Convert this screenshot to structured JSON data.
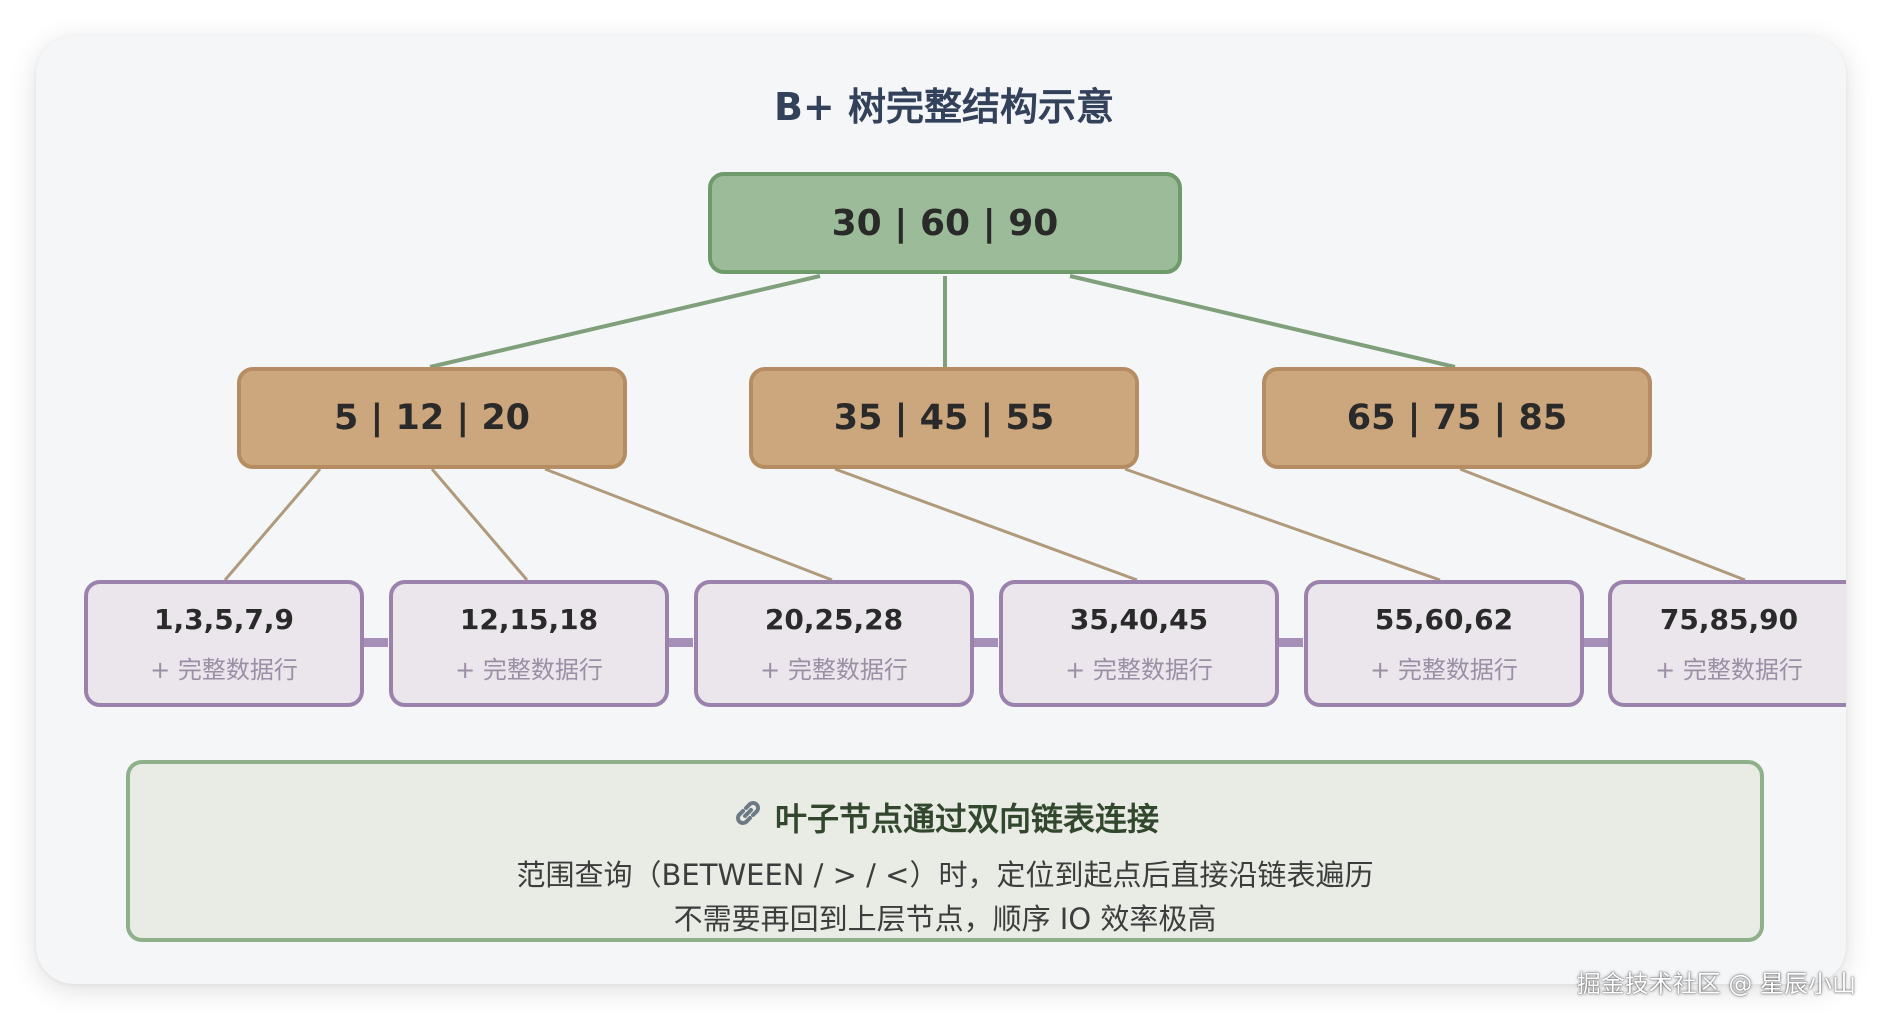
{
  "title": "B+ 树完整结构示意",
  "root": {
    "keys": "30 | 60 | 90"
  },
  "internal_nodes": [
    {
      "keys": "5 | 12 | 20"
    },
    {
      "keys": "35 | 45 | 55"
    },
    {
      "keys": "65 | 75 | 85"
    }
  ],
  "leaf_nodes": [
    {
      "keys": "1,3,5,7,9",
      "extra": "+ 完整数据行"
    },
    {
      "keys": "12,15,18",
      "extra": "+ 完整数据行"
    },
    {
      "keys": "20,25,28",
      "extra": "+ 完整数据行"
    },
    {
      "keys": "35,40,45",
      "extra": "+ 完整数据行"
    },
    {
      "keys": "55,60,62",
      "extra": "+ 完整数据行"
    },
    {
      "keys": "75,85,90",
      "extra": "+ 完整数据行"
    }
  ],
  "note": {
    "icon": "link-icon",
    "title": "叶子节点通过双向链表连接",
    "line1": "范围查询（BETWEEN / > / <）时，定位到起点后直接沿链表遍历",
    "line2": "不需要再回到上层节点，顺序 IO 效率极高"
  },
  "watermark": "掘金技术社区 @ 星辰小山",
  "colors": {
    "root_fill": "#9cbb99",
    "root_border": "#6e9a6c",
    "internal_fill": "#cca67c",
    "internal_border": "#b68d63",
    "leaf_fill": "#ebe6eb",
    "leaf_border": "#9a82ac",
    "note_fill": "#e8ece5",
    "note_border": "#8fb08b",
    "title_text": "#33415a"
  }
}
